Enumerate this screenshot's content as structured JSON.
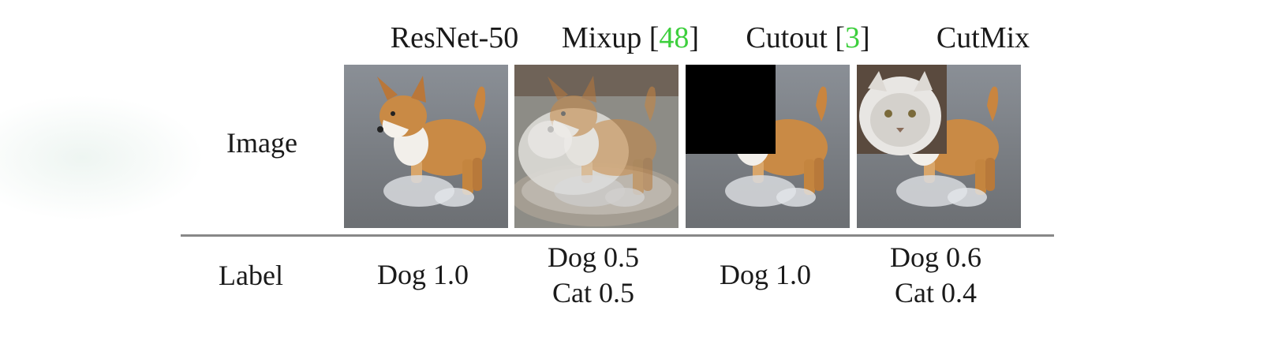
{
  "columns": [
    {
      "name": "ResNet-50",
      "ref": ""
    },
    {
      "name": "Mixup [",
      "ref": "48",
      "close": "]"
    },
    {
      "name": "Cutout [",
      "ref": "3",
      "close": "]"
    },
    {
      "name": "CutMix",
      "ref": ""
    }
  ],
  "rows": {
    "image_label": "Image",
    "label_label": "Label"
  },
  "labels": [
    {
      "line1": "Dog 1.0",
      "line2": ""
    },
    {
      "line1": "Dog 0.5",
      "line2": "Cat 0.5"
    },
    {
      "line1": "Dog 1.0",
      "line2": ""
    },
    {
      "line1": "Dog 0.6",
      "line2": "Cat 0.4"
    }
  ],
  "colors": {
    "reference": "#3dcf3d",
    "rule": "#888888"
  }
}
